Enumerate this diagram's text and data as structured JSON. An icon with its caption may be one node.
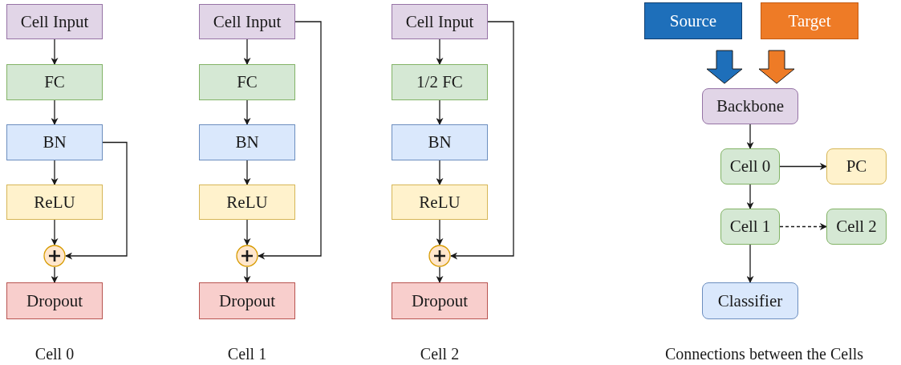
{
  "diagram": {
    "nodes": [
      {
        "text": [
          "Cell Input"
        ]
      },
      {
        "text": [
          "FC"
        ]
      },
      {
        "text": [
          "BN"
        ]
      },
      {
        "text": [
          "ReLU"
        ]
      },
      {
        "text": [],
        "shape": "circle"
      },
      {
        "text": [
          "Dropout"
        ]
      },
      {
        "text": [
          "Cell Input"
        ]
      },
      {
        "text": [
          "FC"
        ]
      },
      {
        "text": [
          "BN"
        ]
      },
      {
        "text": [
          "ReLU"
        ]
      },
      {
        "text": [],
        "shape": "circle"
      },
      {
        "text": [
          "Dropout"
        ]
      },
      {
        "text": [
          "Cell Input"
        ]
      },
      {
        "text": [
          "1/2 FC"
        ]
      },
      {
        "text": [
          "BN"
        ]
      },
      {
        "text": [
          "ReLU"
        ]
      },
      {
        "text": [],
        "shape": "circle"
      },
      {
        "text": [
          "Dropout"
        ]
      },
      {
        "text": [
          "Source"
        ]
      },
      {
        "text": [
          "Target"
        ]
      },
      {
        "text": [
          "Backbone"
        ]
      },
      {
        "text": [
          "Cell 0"
        ]
      },
      {
        "text": [
          "PC"
        ]
      },
      {
        "text": [
          "Cell 1"
        ]
      },
      {
        "text": [
          "Cell 2"
        ]
      },
      {
        "text": [
          "Classifier"
        ]
      }
    ],
    "edges": [
      {
        "from": 0,
        "to": 1,
        "arrow": "to"
      },
      {
        "from": 1,
        "to": 2,
        "arrow": "to"
      },
      {
        "from": 2,
        "to": 3,
        "arrow": "to"
      },
      {
        "from": 3,
        "to": 4,
        "arrow": "to"
      },
      {
        "from": 4,
        "to": 5,
        "arrow": "to"
      },
      {
        "from": 2,
        "to": 4,
        "arrow": "to"
      },
      {
        "from": 6,
        "to": 7,
        "arrow": "to"
      },
      {
        "from": 7,
        "to": 8,
        "arrow": "to"
      },
      {
        "from": 8,
        "to": 9,
        "arrow": "to"
      },
      {
        "from": 9,
        "to": 10,
        "arrow": "to"
      },
      {
        "from": 10,
        "to": 11,
        "arrow": "to"
      },
      {
        "from": 6,
        "to": 10,
        "arrow": "to"
      },
      {
        "from": 12,
        "to": 13,
        "arrow": "to"
      },
      {
        "from": 13,
        "to": 14,
        "arrow": "to"
      },
      {
        "from": 14,
        "to": 15,
        "arrow": "to"
      },
      {
        "from": 15,
        "to": 16,
        "arrow": "to"
      },
      {
        "from": 16,
        "to": 17,
        "arrow": "to"
      },
      {
        "from": 12,
        "to": 16,
        "arrow": "to"
      },
      {
        "from": 18,
        "to": 20,
        "arrow": "to",
        "style": "thick",
        "color": "#1e6fba"
      },
      {
        "from": 19,
        "to": 20,
        "arrow": "to",
        "style": "thick",
        "color": "#ee7b26"
      },
      {
        "from": 20,
        "to": 21,
        "arrow": "to"
      },
      {
        "from": 21,
        "to": 22,
        "arrow": "to"
      },
      {
        "from": 21,
        "to": 23,
        "arrow": "to"
      },
      {
        "from": 23,
        "to": 24,
        "arrow": "to",
        "style": "dashed"
      },
      {
        "from": 23,
        "to": 25,
        "arrow": "to"
      }
    ],
    "labels": [
      "Cell 0",
      "Cell 1",
      "Cell 2",
      "Connections between the Cells"
    ]
  }
}
